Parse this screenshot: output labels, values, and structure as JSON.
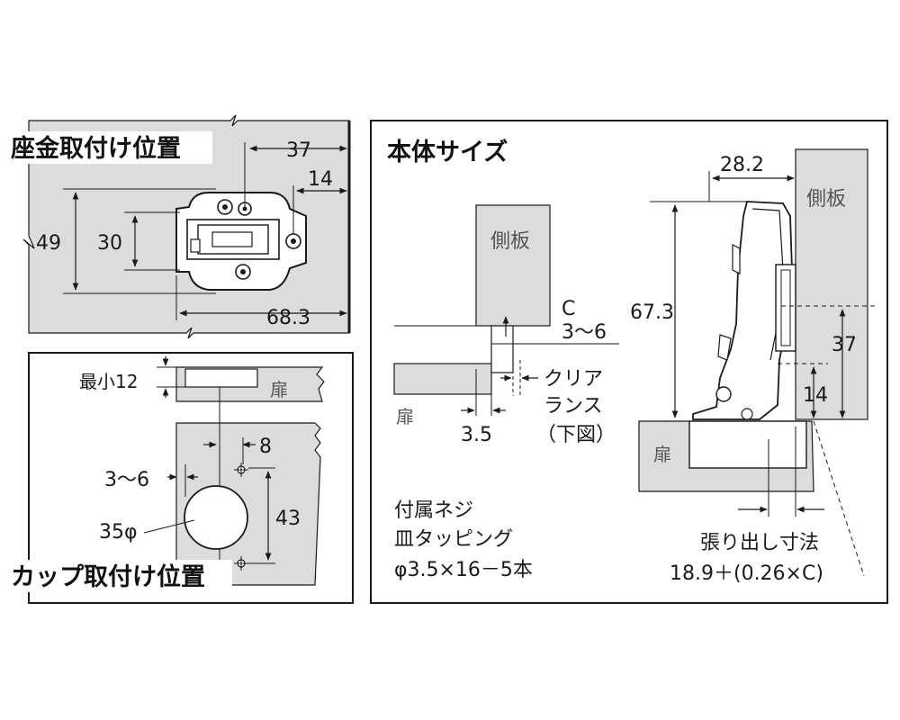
{
  "mount_section": {
    "title": "座金取付け位置",
    "dims": {
      "d37": "37",
      "d14": "14",
      "d49": "49",
      "d30": "30",
      "d683": "68.3"
    }
  },
  "cup_section": {
    "title": "カップ取付け位置",
    "dims": {
      "min12": "最小12",
      "d8": "8",
      "d36": "3～6",
      "d35": "35φ",
      "d43": "43"
    },
    "door_label": "扉"
  },
  "body_section": {
    "title": "本体サイズ",
    "side_panel_label": "側板",
    "door_label": "扉",
    "c_label": "C",
    "c_range": "3～6",
    "clearance_1": "クリア",
    "clearance_2": "ランス",
    "clearance_3": "（下図）",
    "d35": "3.5",
    "screw_1": "付属ネジ",
    "screw_2": "皿タッピング",
    "screw_3": "φ3.5×16－5本",
    "d282": "28.2",
    "d673": "67.3",
    "d37": "37",
    "d14": "14",
    "overhang_1": "張り出し寸法",
    "overhang_2": "18.9＋(0.26×C)"
  },
  "colors": {
    "panel": "#dcdcdc",
    "line": "#1a1a1a",
    "hinge": "#ffffff"
  }
}
